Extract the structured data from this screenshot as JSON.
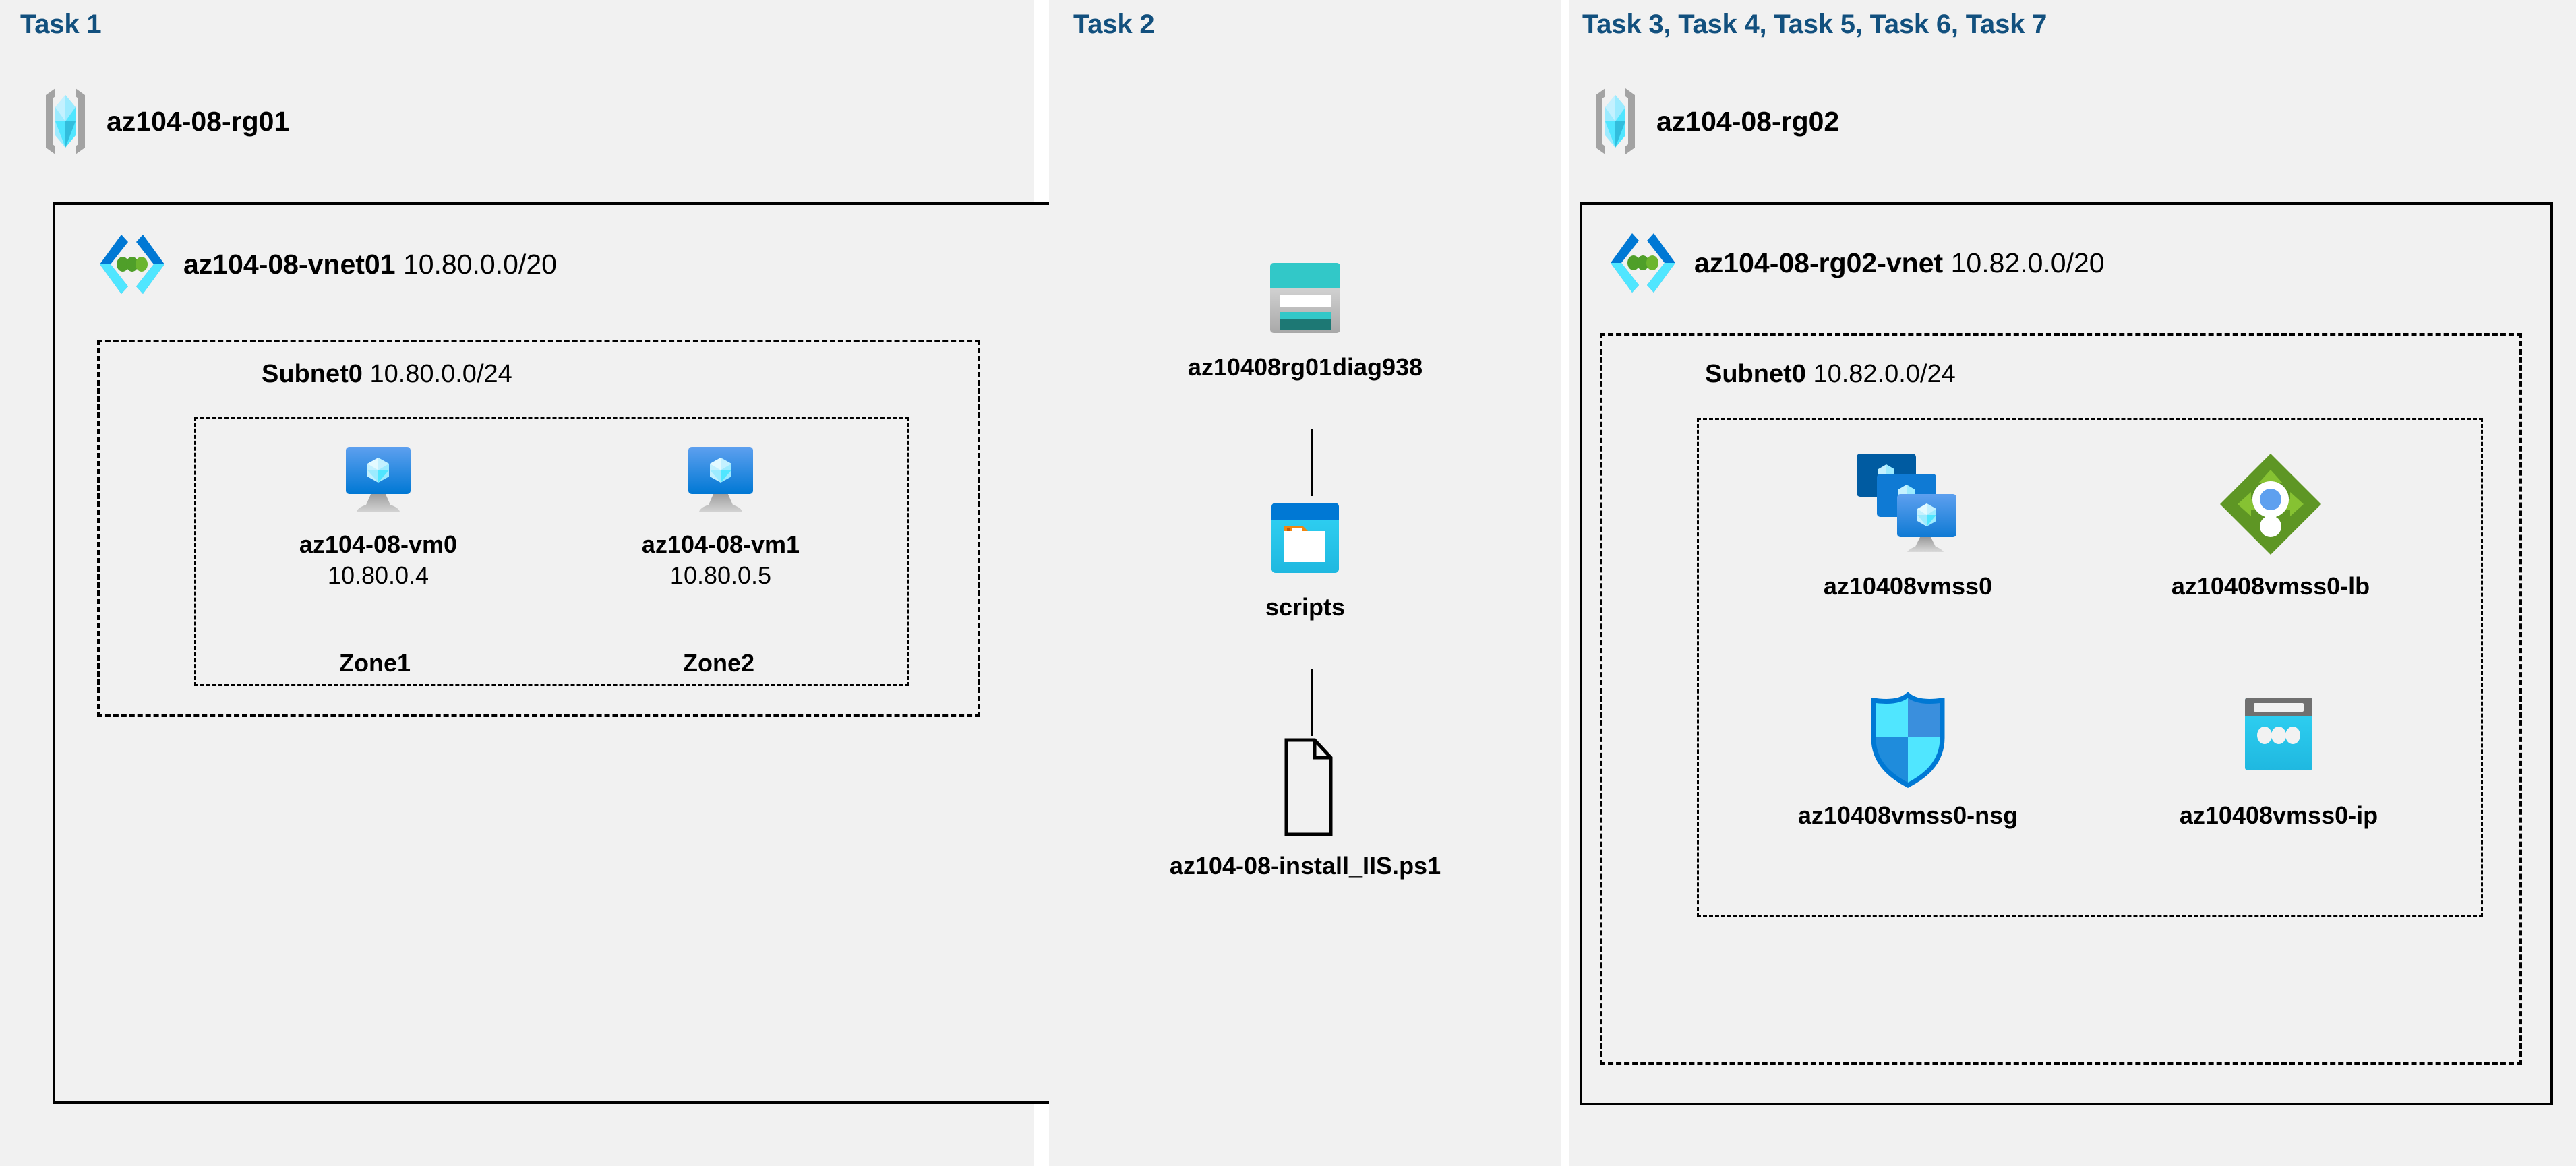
{
  "columns": [
    {
      "id": "task1",
      "task_label": "Task 1"
    },
    {
      "id": "task2",
      "task_label": "Task 2"
    },
    {
      "id": "task3",
      "task_label": "Task 3, Task 4, Task 5, Task 6, Task 7"
    }
  ],
  "task1": {
    "resource_group": {
      "name": "az104-08-rg01",
      "icon": "resource-group-icon"
    },
    "vnet": {
      "name": "az104-08-vnet01",
      "cidr": "10.80.0.0/20",
      "icon": "virtual-network-icon"
    },
    "subnet": {
      "name": "Subnet0",
      "cidr": "10.80.0.0/24"
    },
    "vms": [
      {
        "name": "az104-08-vm0",
        "ip": "10.80.0.4",
        "zone": "Zone1",
        "icon": "virtual-machine-icon"
      },
      {
        "name": "az104-08-vm1",
        "ip": "10.80.0.5",
        "zone": "Zone2",
        "icon": "virtual-machine-icon"
      }
    ]
  },
  "task2": {
    "storage_account": {
      "name": "az10408rg01diag938",
      "icon": "storage-account-icon"
    },
    "container": {
      "name": "scripts",
      "icon": "blob-container-icon"
    },
    "blob": {
      "name": "az104-08-install_IIS.ps1",
      "icon": "file-document-icon"
    }
  },
  "task3": {
    "resource_group": {
      "name": "az104-08-rg02",
      "icon": "resource-group-icon"
    },
    "vnet": {
      "name": "az104-08-rg02-vnet",
      "cidr": "10.82.0.0/20",
      "icon": "virtual-network-icon"
    },
    "subnet": {
      "name": "Subnet0",
      "cidr": "10.82.0.0/24"
    },
    "resources": [
      {
        "name": "az10408vmss0",
        "icon": "vm-scale-set-icon"
      },
      {
        "name": "az10408vmss0-lb",
        "icon": "load-balancer-icon"
      },
      {
        "name": "az10408vmss0-nsg",
        "icon": "network-security-group-icon"
      },
      {
        "name": "az10408vmss0-ip",
        "icon": "public-ip-address-icon"
      }
    ]
  },
  "colors": {
    "panel_background": "#f1f1f1",
    "page_background": "#ffffff",
    "task_label": "#12507e",
    "border": "#000000",
    "azure_blue": "#0078d4",
    "azure_cyan": "#32bedd",
    "azure_light_cyan": "#9cebff",
    "storage_teal": "#32c8c8",
    "storage_dark_teal": "#1d7874",
    "lb_green": "#5e9624",
    "lb_light_green": "#86c232",
    "vnet_dot_green": "#4f9f29",
    "orange": "#f2860f",
    "gray": "#707070"
  }
}
